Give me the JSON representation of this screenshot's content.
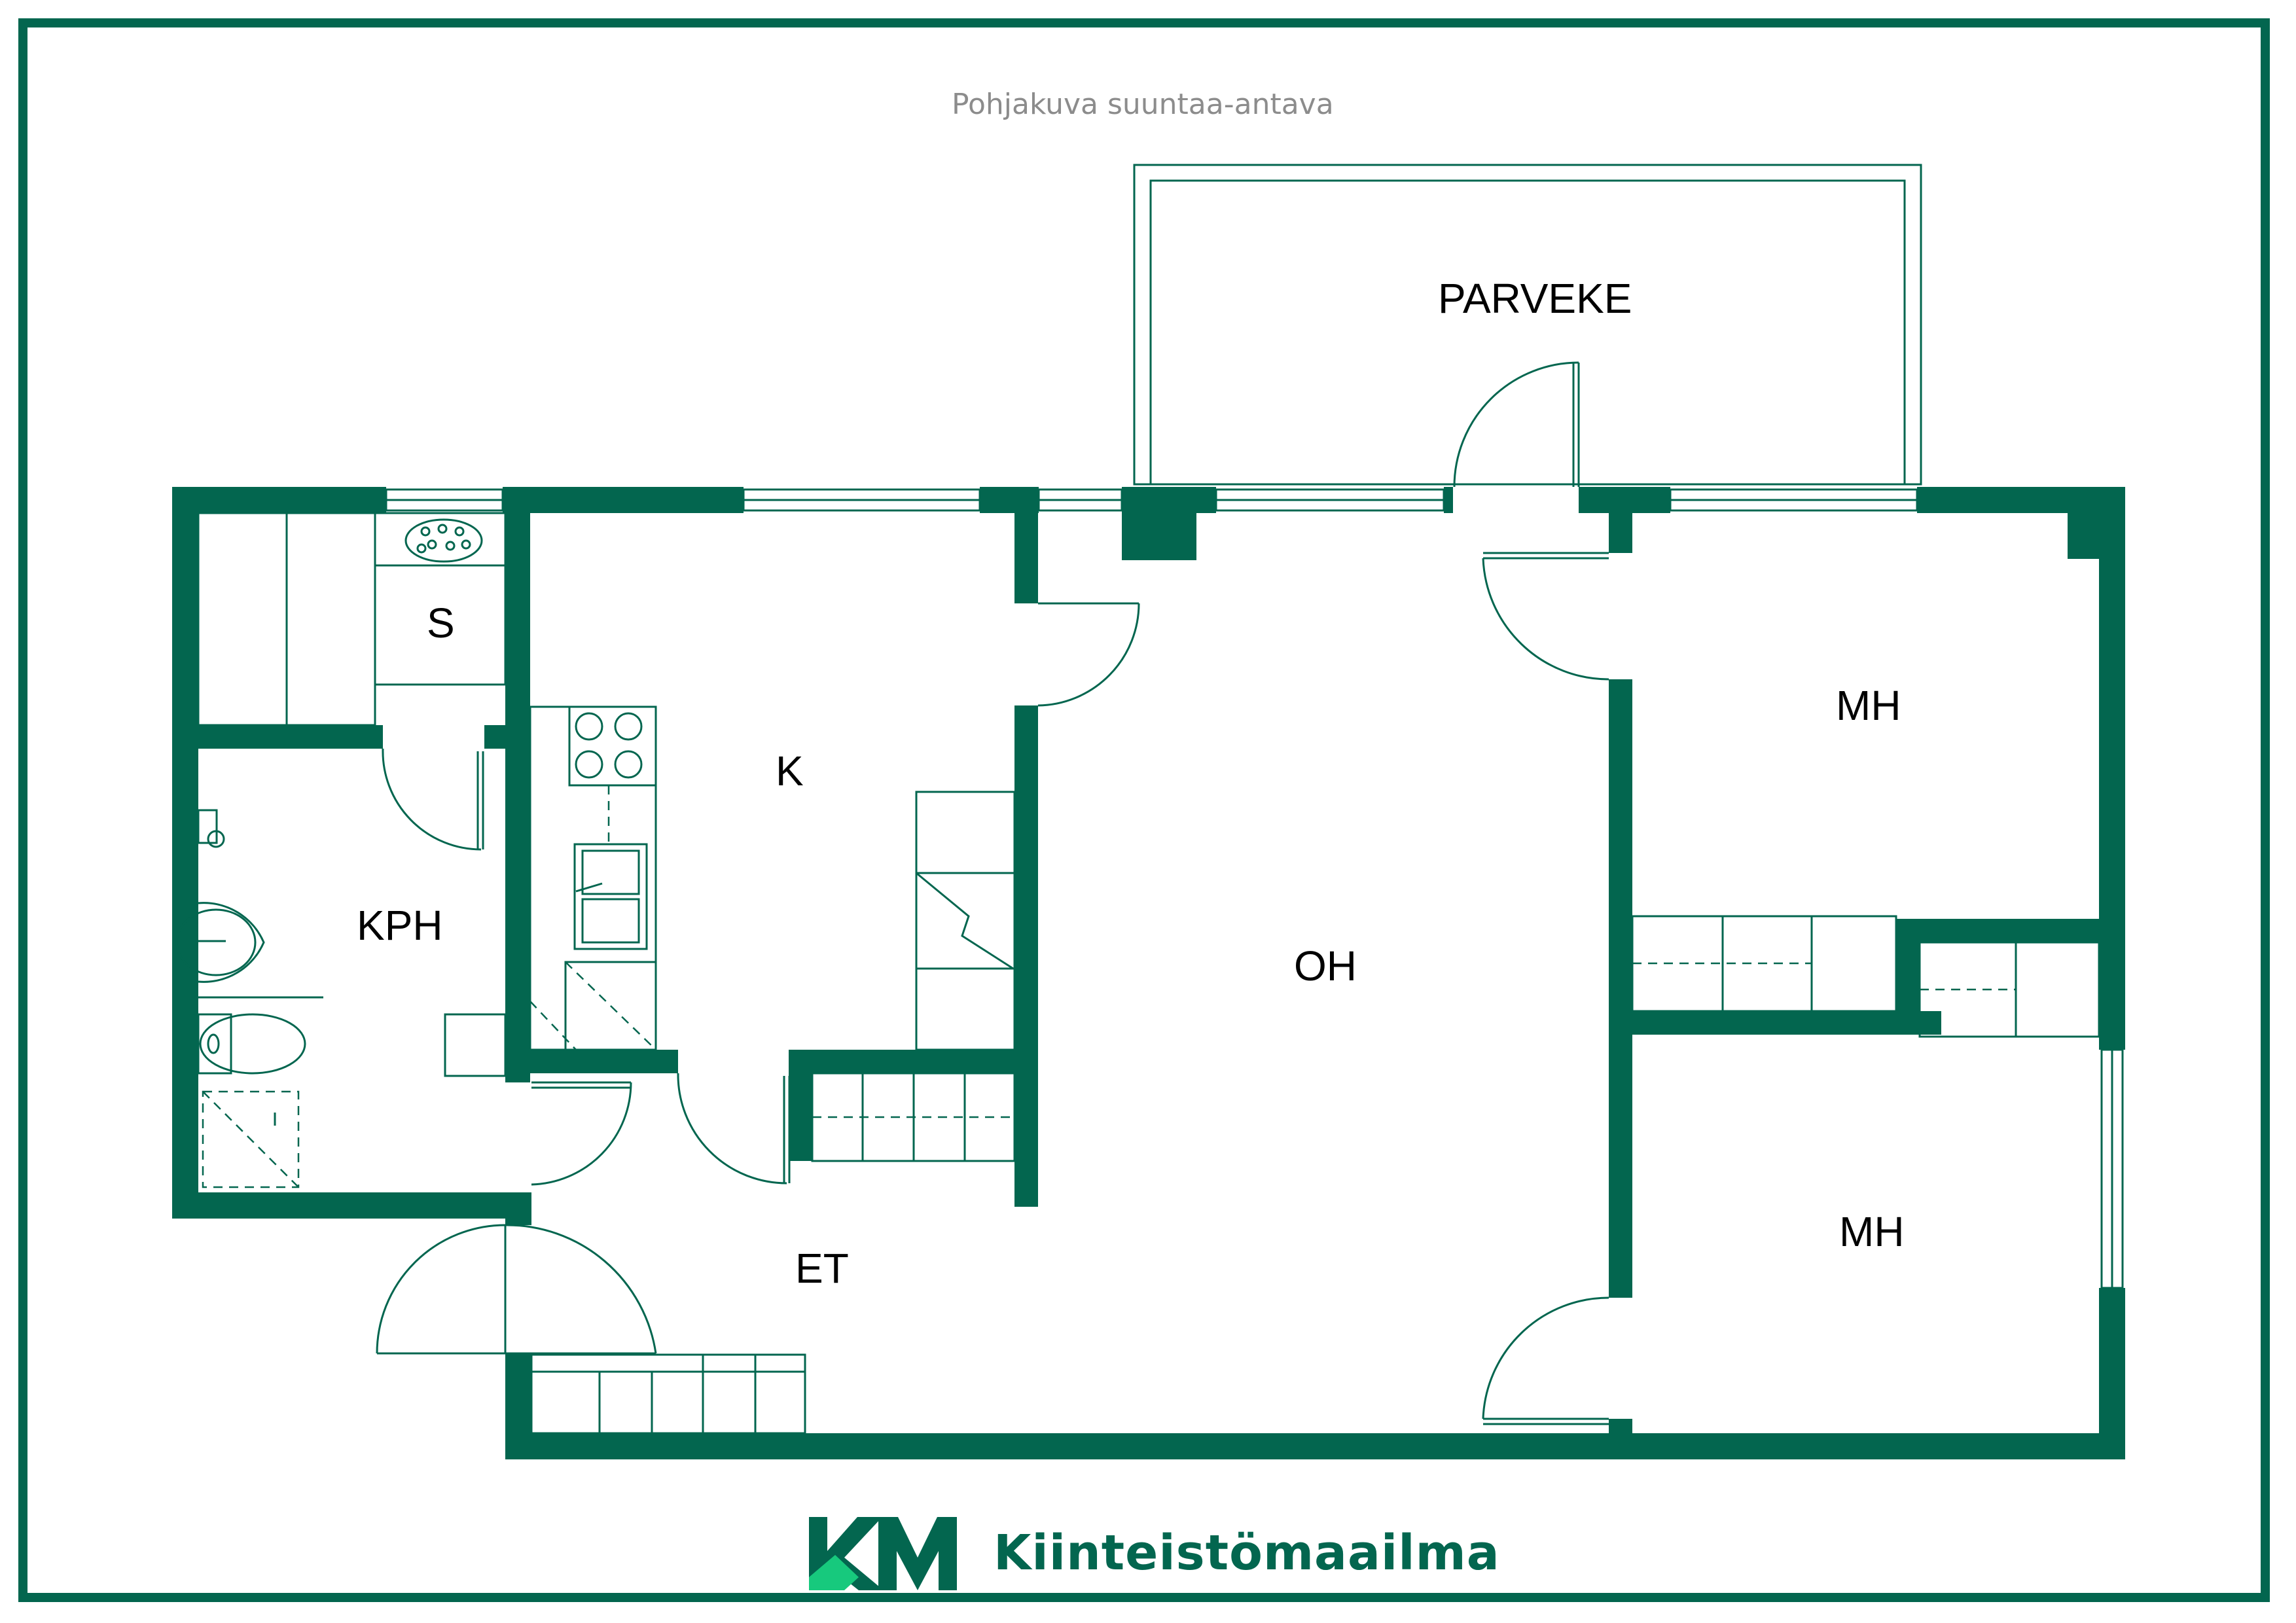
{
  "header": {
    "subtitle": "Pohjakuva suuntaa-antava"
  },
  "rooms": {
    "parveke": "PARVEKE",
    "s": "S",
    "k": "K",
    "kph": "KPH",
    "oh": "OH",
    "mh_top": "MH",
    "mh_bottom": "MH",
    "et": "ET"
  },
  "brand": {
    "logo_text": "KM",
    "name": "Kiinteistömaailma",
    "color_primary": "#03664f",
    "color_accent": "#17c97d"
  },
  "icons": {
    "logo": "km-logo-icon",
    "stove": "stove-icon",
    "sink": "kitchen-sink-icon",
    "washbasin": "washbasin-icon",
    "toilet": "toilet-icon",
    "shower": "shower-icon",
    "sauna_stove": "sauna-stove-icon"
  }
}
